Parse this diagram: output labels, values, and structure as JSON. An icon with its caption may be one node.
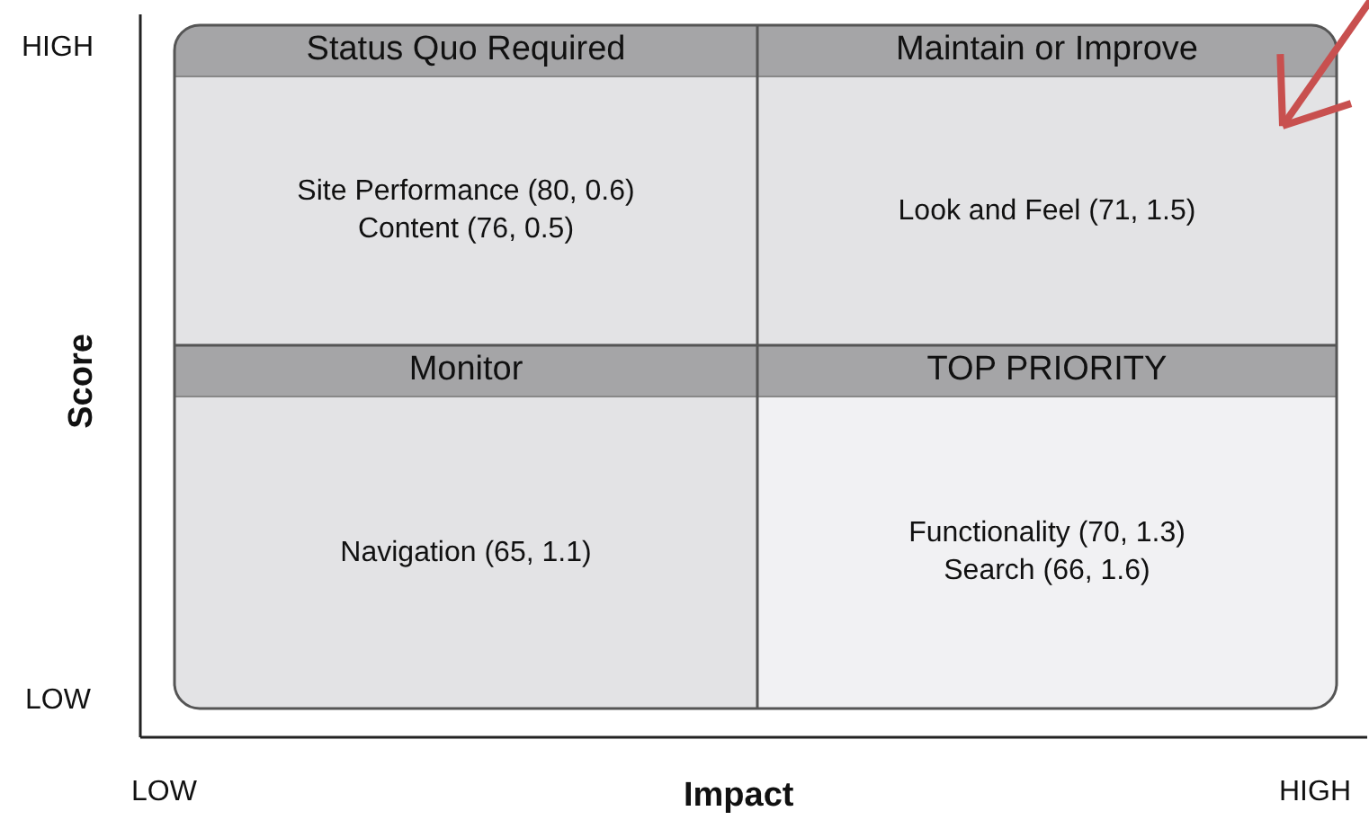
{
  "diagram": {
    "nodes": [
      {
        "text": [
          "Status Quo Required",
          "Site Performance (80, 0.6)",
          "Content (76, 0.5)"
        ]
      },
      {
        "text": [
          "Maintain or Improve",
          "Look and Feel (71, 1.5)"
        ]
      },
      {
        "text": [
          "Monitor",
          "Navigation (65, 1.1)"
        ]
      },
      {
        "text": [
          "TOP PRIORITY",
          "Functionality (70, 1.3)",
          "Search (66, 1.6)"
        ]
      }
    ],
    "edges": [
      {
        "from": null,
        "to": 1,
        "arrow": "to",
        "color": "#c8504f"
      }
    ],
    "labels": [
      "HIGH",
      "Score",
      "LOW",
      "LOW",
      "Impact",
      "HIGH"
    ]
  }
}
